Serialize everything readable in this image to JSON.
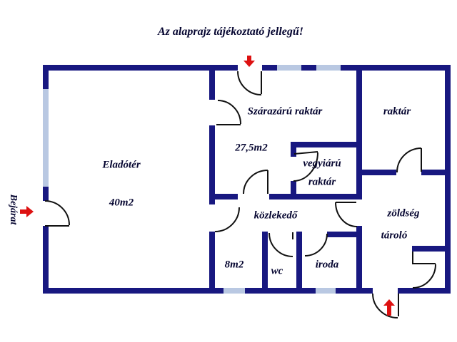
{
  "plan": {
    "title": "Az alaprajz tájékoztató jellegű!",
    "entrance_label": "Bejárat",
    "rooms": {
      "eladoter": {
        "label": "Eladótér",
        "area": "40m2"
      },
      "szarazaru_raktar": {
        "label": "Szárazárú raktár",
        "area": "27,5m2"
      },
      "raktar": {
        "label": "raktár"
      },
      "vegyiaru_raktar": {
        "label_line1": "vegyiárú",
        "label_line2": "raktár"
      },
      "kozlekedo": {
        "label": "közlekedő",
        "area": "8m2"
      },
      "wc": {
        "label": "wc"
      },
      "iroda": {
        "label": "iroda"
      },
      "zoldseg_tarolo": {
        "label_line1": "zöldség",
        "label_line2": "tároló"
      }
    },
    "colors": {
      "wall": "#181880",
      "window": "#b9c8e2",
      "door-line": "#111111",
      "arrow": "#dd1111",
      "text": "#050530"
    }
  }
}
